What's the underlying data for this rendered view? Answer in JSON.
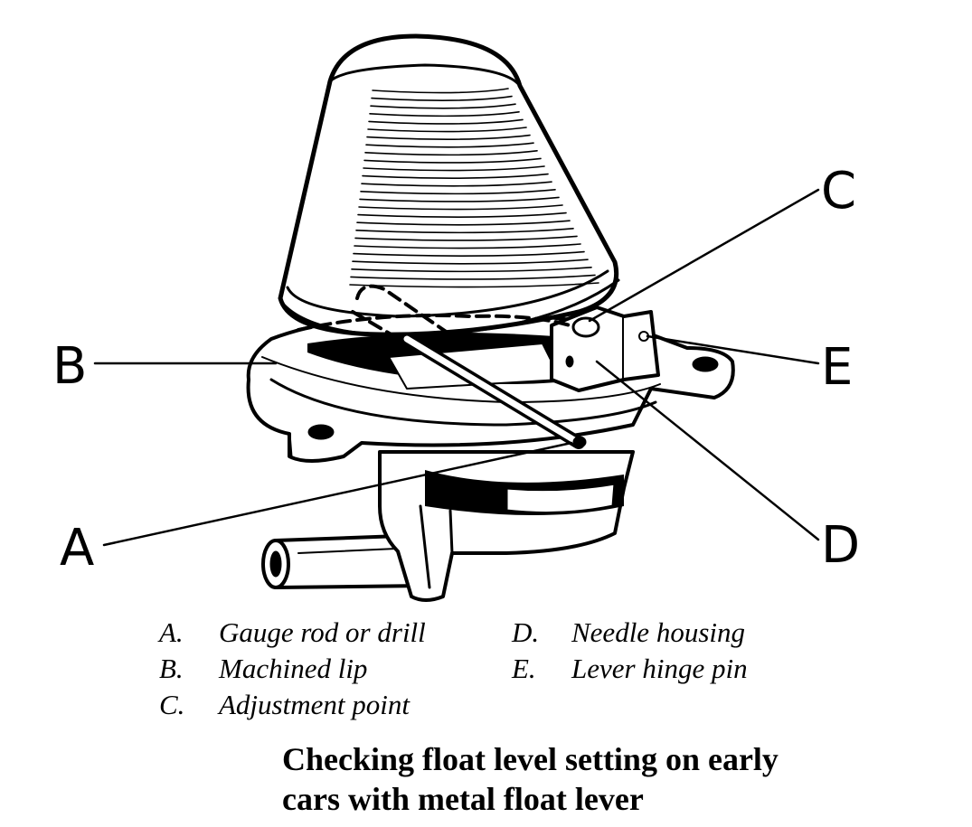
{
  "diagram": {
    "callouts": {
      "a": "A",
      "b": "B",
      "c": "C",
      "d": "D",
      "e": "E"
    }
  },
  "legend": [
    {
      "key": "A.",
      "text": "Gauge rod or drill"
    },
    {
      "key": "B.",
      "text": "Machined lip"
    },
    {
      "key": "C.",
      "text": "Adjustment point"
    },
    {
      "key": "D.",
      "text": "Needle housing"
    },
    {
      "key": "E.",
      "text": "Lever hinge pin"
    }
  ],
  "caption": {
    "line1": "Checking float level setting on early",
    "line2": "cars with metal float lever"
  }
}
